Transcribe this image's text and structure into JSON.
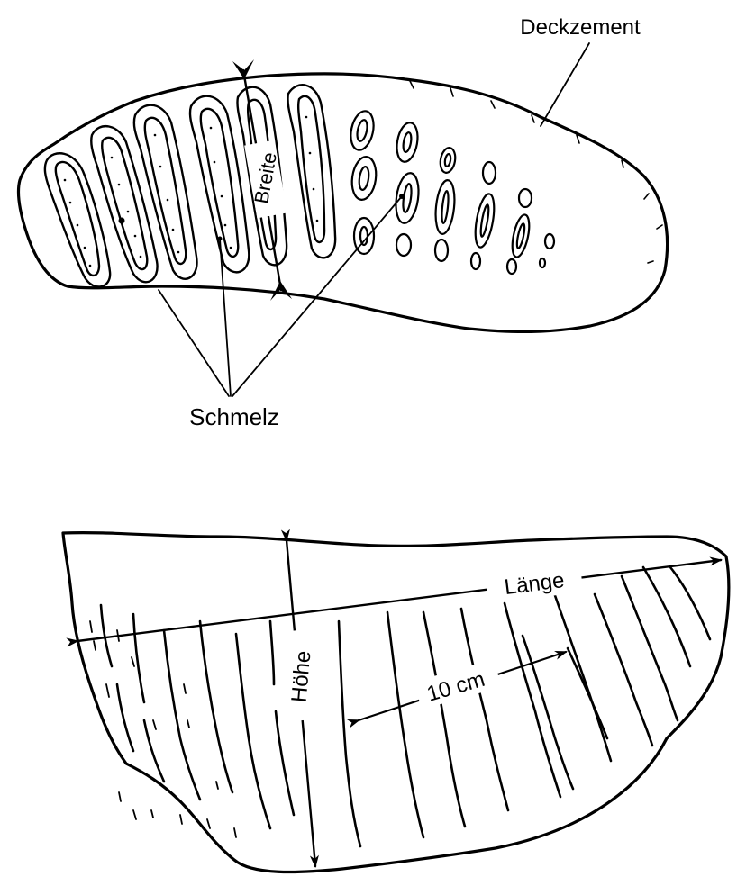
{
  "labels": {
    "deckzement": "Deckzement",
    "breite": "Breite",
    "schmelz": "Schmelz",
    "laenge": "Länge",
    "hoehe": "Höhe",
    "scale": "10 cm"
  },
  "colors": {
    "ink": "#000000",
    "paper": "#ffffff"
  }
}
